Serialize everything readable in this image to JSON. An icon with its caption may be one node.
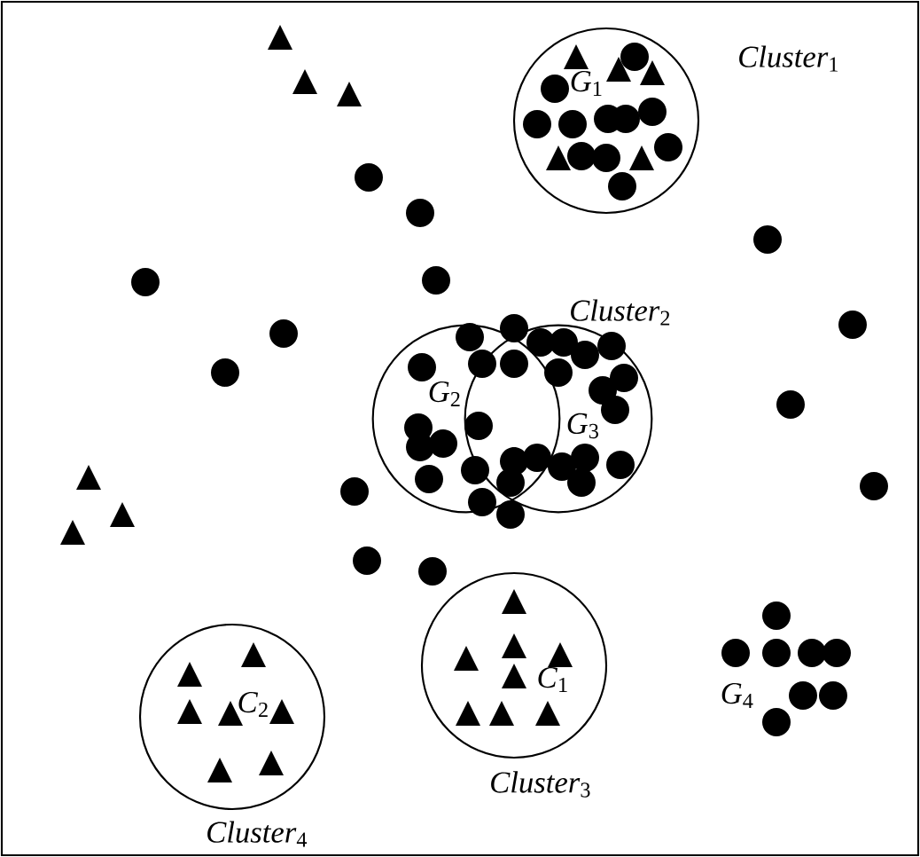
{
  "diagram": {
    "nodes": [
      {
        "text": [
          "*G*$_{1}$"
        ],
        "beside": [
          "*Cluster*$_{1}$"
        ]
      },
      {
        "text": [
          "*G*$_{2}$"
        ]
      },
      {
        "text": [
          "*G*$_{3}$"
        ],
        "beside": [
          "*Cluster*$_{2}$"
        ]
      },
      {
        "text": [
          "*C*$_{1}$"
        ],
        "beside": [
          "*Cluster*$_{3}$"
        ]
      },
      {
        "text": [
          "*C*$_{2}$"
        ],
        "beside": [
          "*Cluster*$_{4}$"
        ]
      }
    ],
    "labels": [
      "*G*$_{4}$"
    ]
  }
}
